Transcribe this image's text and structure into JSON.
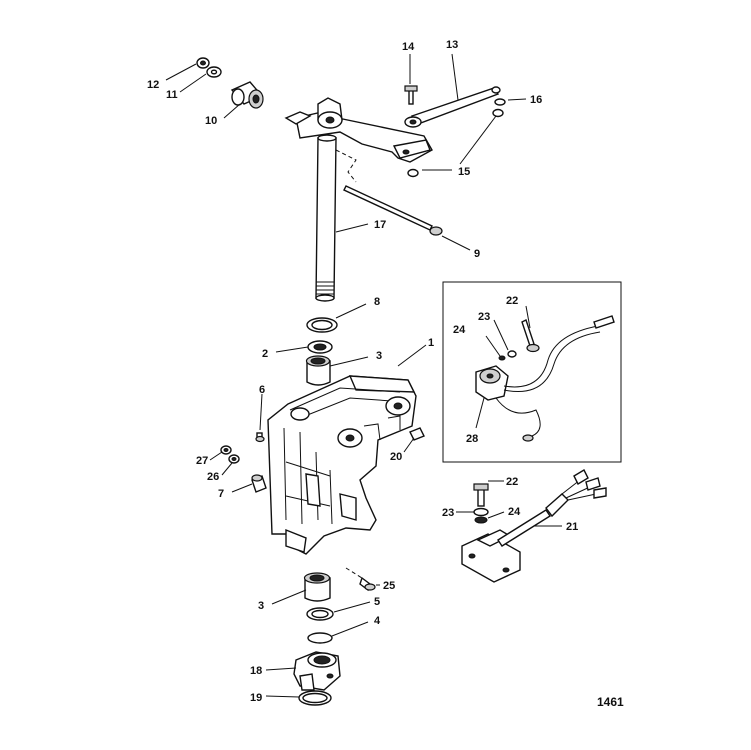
{
  "figure_number": "1461",
  "callouts": [
    "1",
    "2",
    "3",
    "3",
    "4",
    "5",
    "6",
    "7",
    "8",
    "9",
    "10",
    "11",
    "12",
    "13",
    "14",
    "15",
    "15",
    "16",
    "17",
    "18",
    "19",
    "20",
    "21",
    "22",
    "22",
    "23",
    "23",
    "24",
    "24",
    "25",
    "26",
    "27",
    "28"
  ]
}
